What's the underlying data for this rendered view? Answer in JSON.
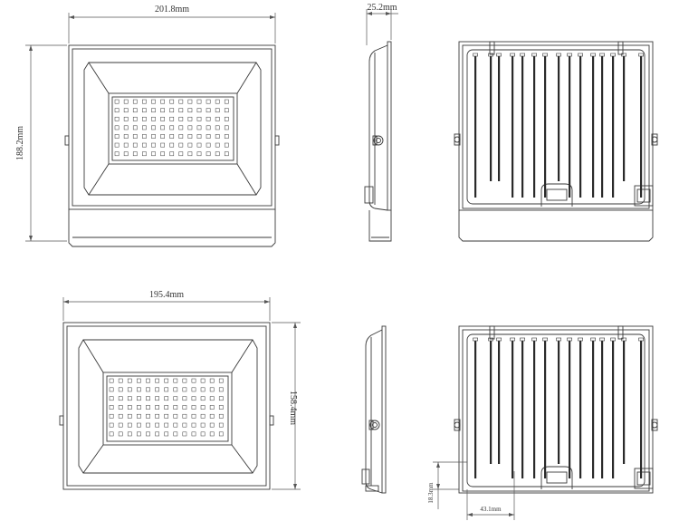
{
  "dimensions": {
    "top_width": "201.8mm",
    "top_height": "188.2mm",
    "side_depth": "25.2mm",
    "bottom_width": "195.4mm",
    "bottom_height": "158.4mm",
    "detail_height": "18.3mm",
    "detail_width": "43.1mm"
  },
  "colors": {
    "line": "#3a3a3a",
    "dimension": "#555555",
    "fin": "#2a2a2a",
    "background": "#ffffff"
  }
}
